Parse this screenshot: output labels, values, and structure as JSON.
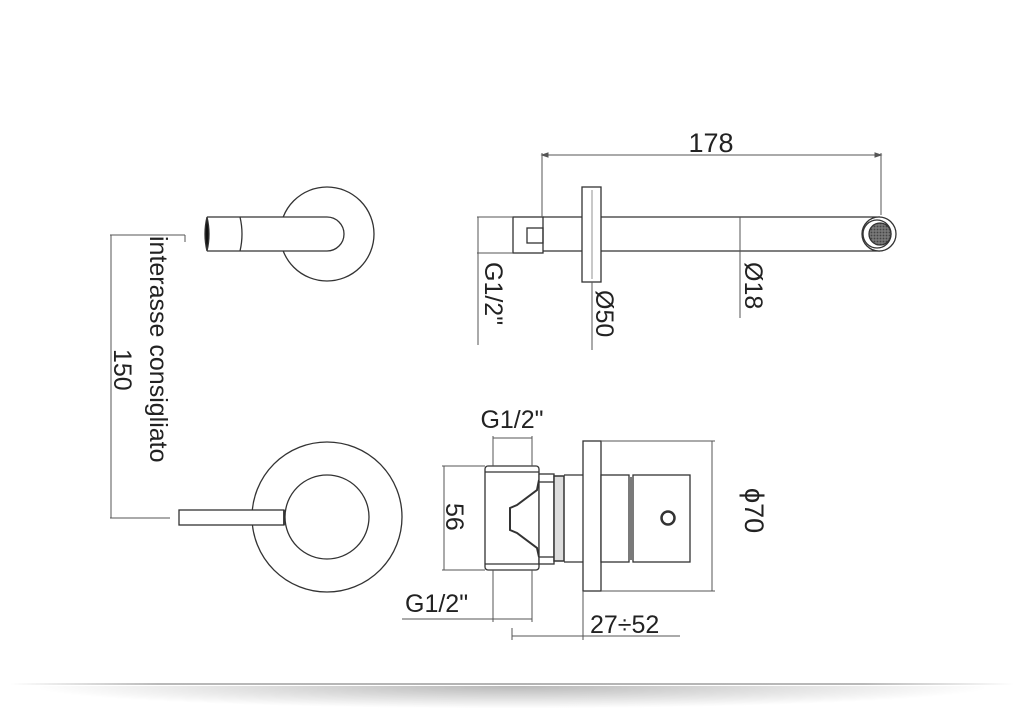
{
  "drawing": {
    "title": "Wall-mounted mixer technical drawing",
    "stroke_color": "#333333",
    "dim_color": "#555555",
    "background": "#ffffff"
  },
  "side_view_spout": {
    "length_label": "178",
    "inlet_thread_label": "G1/2\"",
    "rosette_diameter_label": "Ø50",
    "spout_diameter_label": "Ø18"
  },
  "front_view": {
    "center_distance_text": "interasse consigliato",
    "center_distance_value": "150"
  },
  "side_view_valve": {
    "top_thread_label": "G1/2\"",
    "bottom_thread_label": "G1/2\"",
    "body_height_label": "56",
    "rosette_diameter_label": "ϕ70",
    "wall_depth_label": "27÷52"
  }
}
